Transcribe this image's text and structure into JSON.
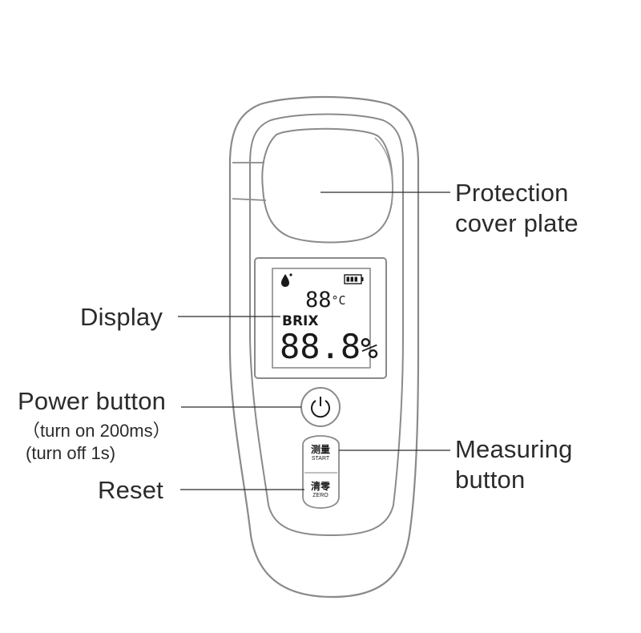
{
  "labels": {
    "protection_line1": "Protection",
    "protection_line2": "cover plate",
    "display": "Display",
    "power": "Power button",
    "power_on": "（turn on 200ms）",
    "power_off": "(turn off 1s)",
    "reset": "Reset",
    "measuring_line1": "Measuring",
    "measuring_line2": "button"
  },
  "screen": {
    "temp": "88",
    "temp_unit": "°C",
    "mode": "BRIX",
    "reading": "88.8",
    "reading_unit": "%"
  },
  "buttons": {
    "measure_cn": "测量",
    "measure_en": "START",
    "zero_cn": "清零",
    "zero_en": "ZERO"
  },
  "icons": {
    "power": "power-icon",
    "battery": "battery-icon",
    "drop": "water-drop-icon"
  },
  "colors": {
    "outline": "#7a7a7a",
    "text": "#2b2b2b",
    "lcd": "#1a1a1a"
  }
}
